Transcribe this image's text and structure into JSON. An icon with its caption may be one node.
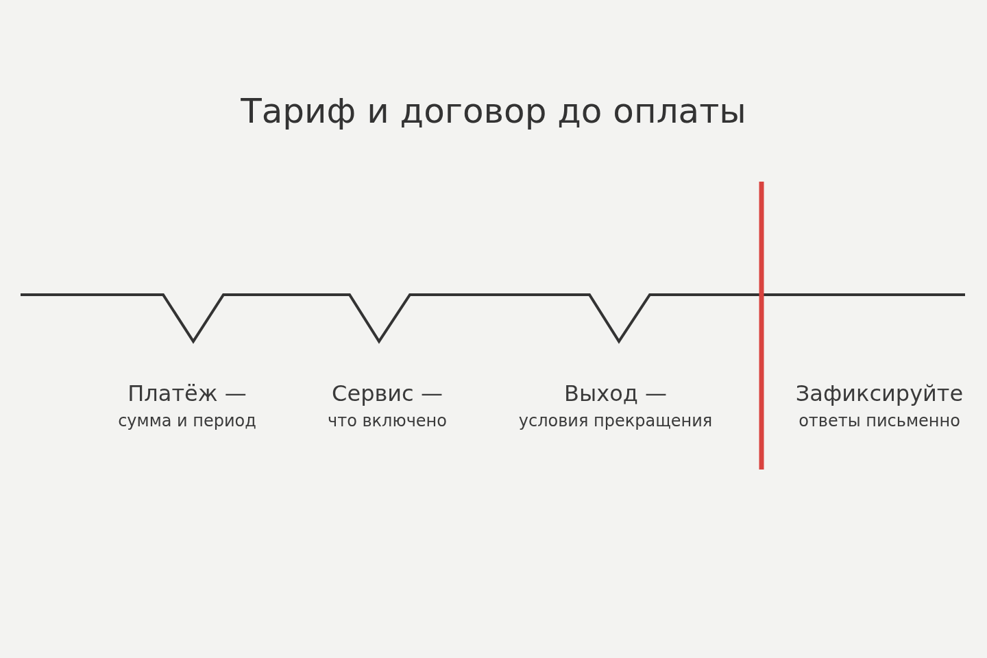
{
  "diagram": {
    "title": "Тариф и договор до оплаты",
    "labels": [
      "Платёж —",
      "сумма и период",
      "Сервис —",
      "что включено",
      "Выход —",
      "условия прекращения",
      "Зафиксируйте",
      "ответы письменно"
    ]
  }
}
